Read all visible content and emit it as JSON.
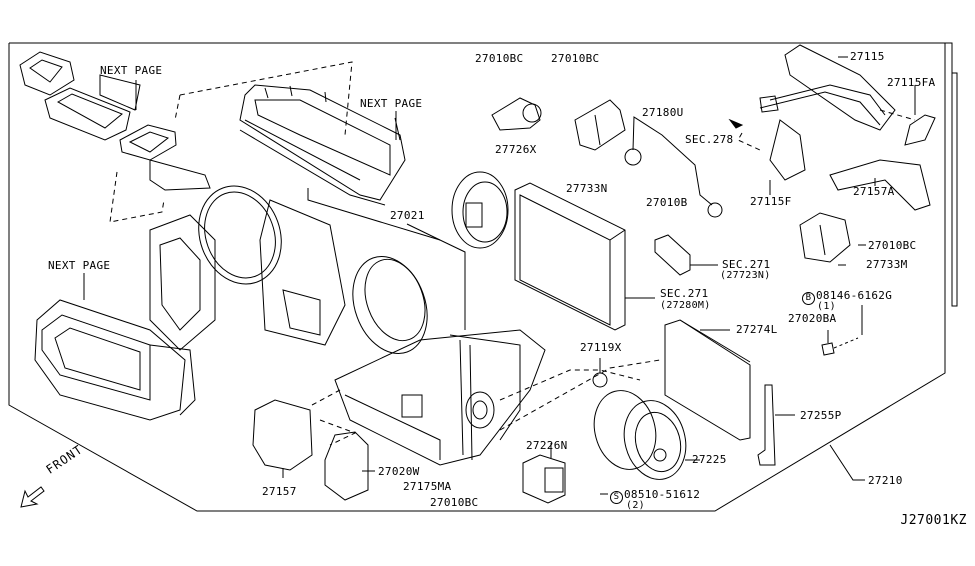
{
  "diagram": {
    "code": "J27001KZ",
    "front_label": "FRONT",
    "callouts": {
      "next_page_1": "NEXT PAGE",
      "next_page_2": "NEXT PAGE",
      "next_page_3": "NEXT PAGE",
      "p27021": "27021",
      "p27010BC_a": "27010BC",
      "p27010BC_b": "27010BC",
      "p27726X": "27726X",
      "p27733N": "27733N",
      "p27180U": "27180U",
      "p27010B": "27010B",
      "p27115": "27115",
      "p27115FA": "27115FA",
      "sec278": "SEC.278",
      "p27115F": "27115F",
      "p27157A": "27157A",
      "p27010BC_c": "27010BC",
      "p27733M": "27733M",
      "sec271a": "SEC.271",
      "sec271a_sub": "(27723N)",
      "sec271b": "SEC.271",
      "sec271b_sub": "(27280M)",
      "bolt_b_symbol": "B",
      "bolt_b": "08146-6162G",
      "bolt_b_qty": "(1)",
      "p27020BA": "27020BA",
      "p27274L": "27274L",
      "p27119X": "27119X",
      "p27255P": "27255P",
      "p27226N": "27226N",
      "p27225": "27225",
      "p27210": "27210",
      "p27157": "27157",
      "p27020W": "27020W",
      "p27175MA": "27175MA",
      "p27010BC_d": "27010BC",
      "screw_s_symbol": "S",
      "screw_s": "08510-51612",
      "screw_s_qty": "(2)"
    }
  }
}
